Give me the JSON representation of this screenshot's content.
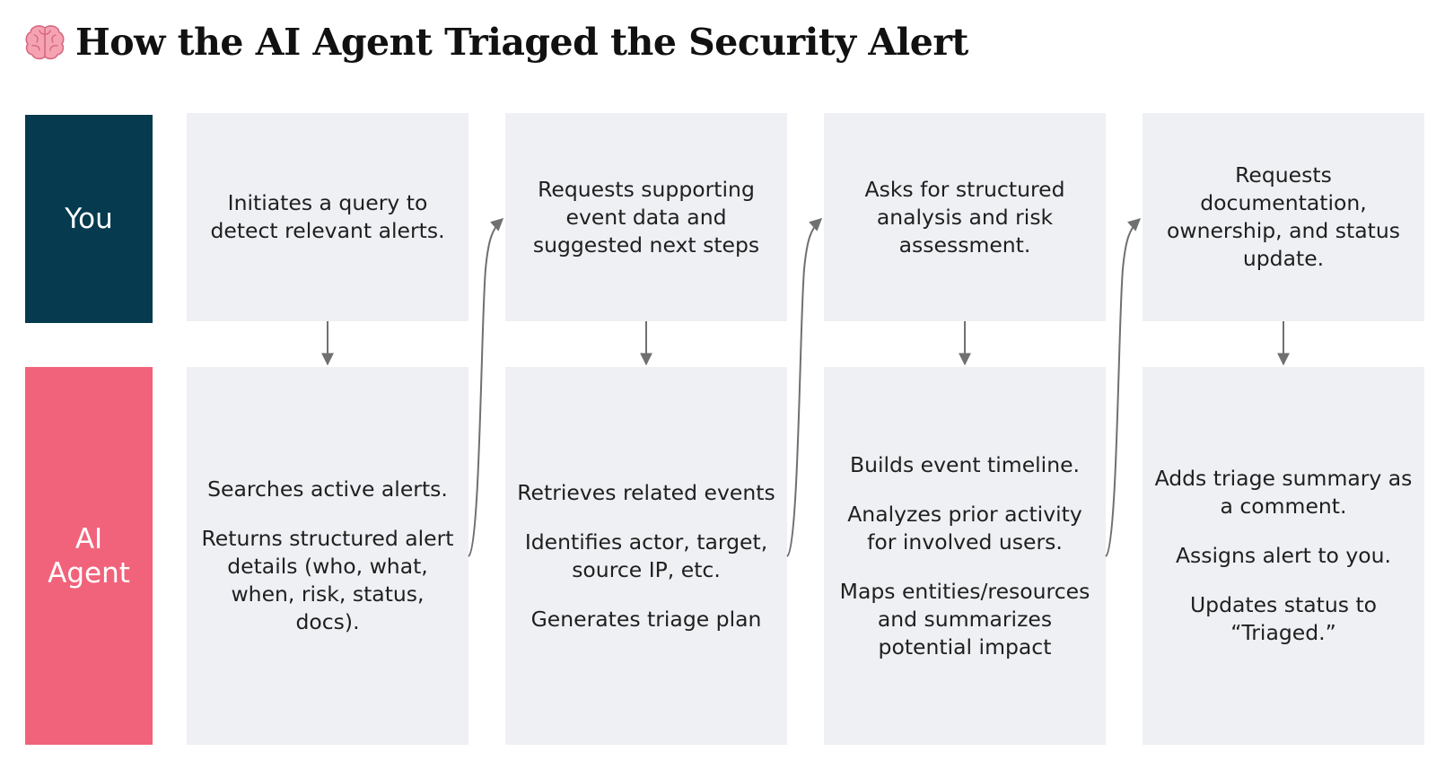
{
  "title": {
    "icon": "brain-icon",
    "text": "How the AI Agent Triaged the Security Alert"
  },
  "lanes": {
    "you": "You",
    "ai": "AI Agent"
  },
  "steps": [
    {
      "you": [
        "Initiates a query to detect relevant alerts."
      ],
      "agent": [
        "Searches active alerts.",
        "Returns structured alert details (who, what, when, risk, status, docs)."
      ]
    },
    {
      "you": [
        "Requests supporting event data and suggested next steps"
      ],
      "agent": [
        "Retrieves related events",
        "Identifies actor, target, source IP, etc.",
        "Generates triage plan"
      ]
    },
    {
      "you": [
        "Asks for structured analysis and risk assessment."
      ],
      "agent": [
        "Builds event timeline.",
        "Analyzes prior activity for involved users.",
        "Maps entities/resources and summarizes potential impact"
      ]
    },
    {
      "you": [
        "Requests documentation, ownership, and status update."
      ],
      "agent": [
        "Adds triage summary as a comment.",
        "Assigns alert to you.",
        "Updates status to “Triaged.”"
      ]
    }
  ],
  "colors": {
    "you_lane": "#063a4e",
    "ai_lane": "#f1637b",
    "box_bg": "#eef0f3",
    "arrow": "#707070"
  }
}
